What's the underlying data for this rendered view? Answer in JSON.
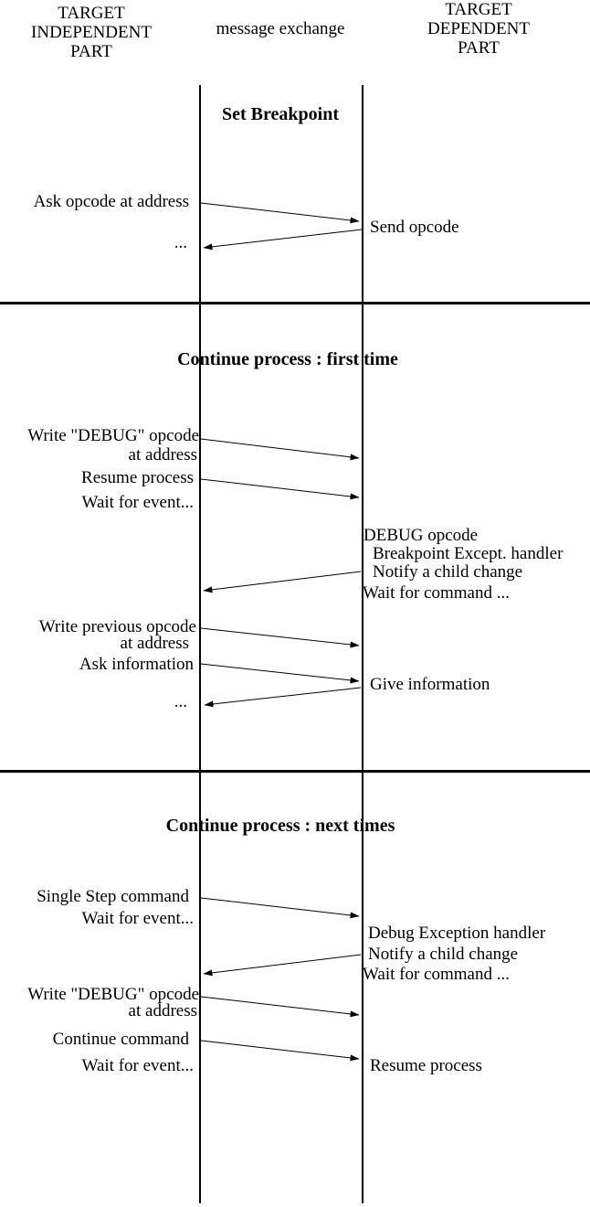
{
  "lanes": {
    "left_header": {
      "lines": [
        "TARGET",
        "INDEPENDENT",
        "PART"
      ]
    },
    "center_header": "message exchange",
    "right_header": {
      "lines": [
        "TARGET",
        "DEPENDENT",
        "PART"
      ]
    }
  },
  "sections": [
    {
      "title": "Set Breakpoint",
      "labels": [
        {
          "side": "left",
          "text": "Ask opcode at address"
        },
        {
          "side": "right",
          "text": "Send opcode"
        },
        {
          "side": "left",
          "text": "..."
        }
      ],
      "arrows": [
        {
          "dir": "left-to-right",
          "for": "Ask opcode at address"
        },
        {
          "dir": "right-to-left",
          "for": "Send opcode"
        }
      ]
    },
    {
      "title": "Continue process : first time",
      "labels": [
        {
          "side": "left",
          "text": "Write \"DEBUG\" opcode"
        },
        {
          "side": "left",
          "text": "at address"
        },
        {
          "side": "left",
          "text": "Resume process"
        },
        {
          "side": "left",
          "text": "Wait for event..."
        },
        {
          "side": "right",
          "text": "DEBUG opcode"
        },
        {
          "side": "right",
          "text": "Breakpoint Except. handler"
        },
        {
          "side": "right",
          "text": "Notify a child change"
        },
        {
          "side": "right",
          "text": "Wait for command ..."
        },
        {
          "side": "left",
          "text": "Write previous opcode"
        },
        {
          "side": "left",
          "text": "at address"
        },
        {
          "side": "left",
          "text": "Ask information"
        },
        {
          "side": "right",
          "text": "Give information"
        },
        {
          "side": "left",
          "text": "..."
        }
      ],
      "arrows": [
        {
          "dir": "left-to-right",
          "for": "Write \"DEBUG\" opcode at address"
        },
        {
          "dir": "left-to-right",
          "for": "Resume process"
        },
        {
          "dir": "right-to-left",
          "for": "Notify a child change"
        },
        {
          "dir": "left-to-right",
          "for": "Write previous opcode at address"
        },
        {
          "dir": "left-to-right",
          "for": "Ask information"
        },
        {
          "dir": "right-to-left",
          "for": "Give information"
        }
      ]
    },
    {
      "title": "Continue process : next times",
      "labels": [
        {
          "side": "left",
          "text": "Single Step command"
        },
        {
          "side": "left",
          "text": "Wait for event..."
        },
        {
          "side": "right",
          "text": "Debug Exception handler"
        },
        {
          "side": "right",
          "text": "Notify a child change"
        },
        {
          "side": "right",
          "text": "Wait for command ..."
        },
        {
          "side": "left",
          "text": "Write \"DEBUG\" opcode"
        },
        {
          "side": "left",
          "text": "at address"
        },
        {
          "side": "left",
          "text": "Continue command"
        },
        {
          "side": "left",
          "text": "Wait for event..."
        },
        {
          "side": "right",
          "text": "Resume process"
        }
      ],
      "arrows": [
        {
          "dir": "left-to-right",
          "for": "Single Step command"
        },
        {
          "dir": "right-to-left",
          "for": "Notify a child change"
        },
        {
          "dir": "left-to-right",
          "for": "Write \"DEBUG\" opcode at address"
        },
        {
          "dir": "left-to-right",
          "for": "Continue command"
        }
      ]
    }
  ],
  "colors": {
    "ink": "#000000",
    "background": "#ffffff"
  }
}
